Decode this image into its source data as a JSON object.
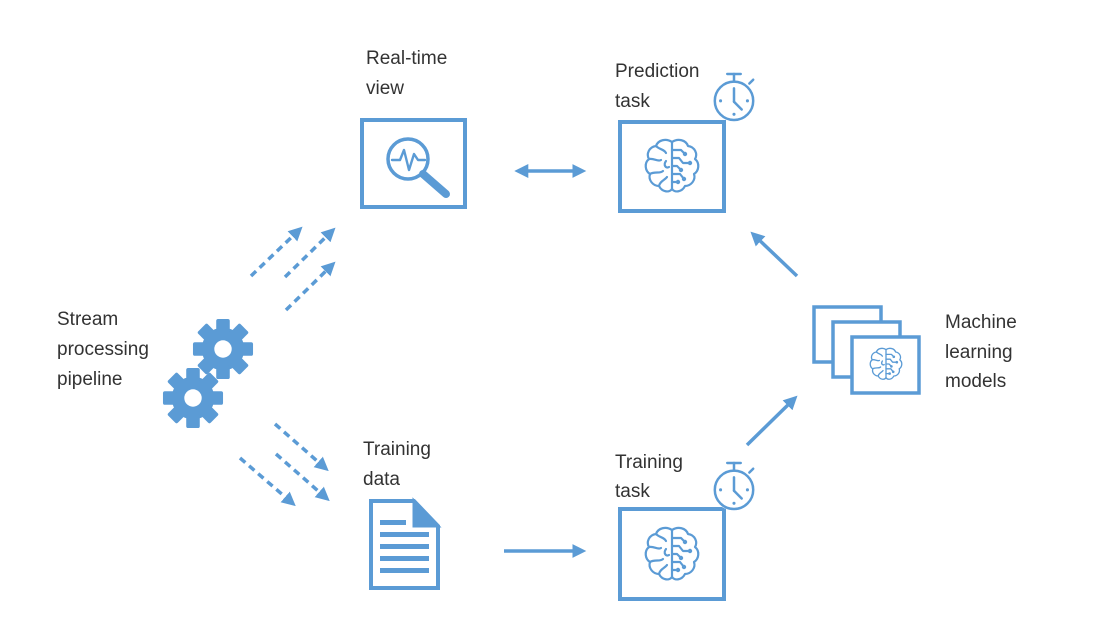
{
  "labels": {
    "realtime_view": [
      "Real-time",
      "view"
    ],
    "prediction_task": [
      "Prediction",
      "task"
    ],
    "stream_pipeline": [
      "Stream",
      "processing",
      "pipeline"
    ],
    "training_data": [
      "Training",
      "data"
    ],
    "training_task": [
      "Training",
      "task"
    ],
    "ml_models": [
      "Machine",
      "learning",
      "models"
    ]
  },
  "colors": {
    "accent": "#5b9bd5",
    "text": "#333333",
    "background": "#ffffff"
  },
  "icons": {
    "realtime_view": "magnifier-waveform-icon",
    "prediction_task": "brain-circuit-icon",
    "prediction_timer": "stopwatch-icon",
    "stream_pipeline": "gears-icon",
    "training_data": "document-icon",
    "training_task": "brain-circuit-icon",
    "training_timer": "stopwatch-icon",
    "ml_models": "stacked-model-cards-icon"
  }
}
